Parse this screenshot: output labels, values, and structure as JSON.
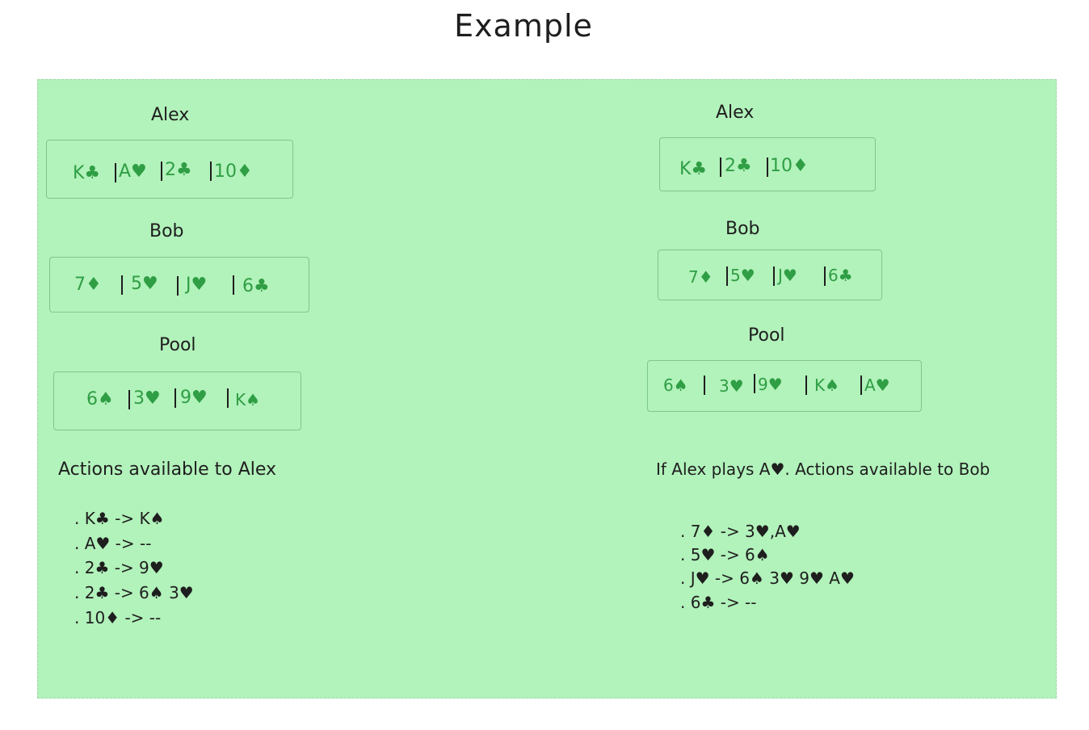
{
  "title": "Example",
  "left": {
    "alex": {
      "label": "Alex",
      "cards": [
        "K♣",
        "A♥",
        "2♣",
        "10♦"
      ]
    },
    "bob": {
      "label": "Bob",
      "cards": [
        "7♦",
        "5♥",
        "J♥",
        "6♣"
      ]
    },
    "pool": {
      "label": "Pool",
      "cards": [
        "6♠",
        "3♥",
        "9♥",
        "K♠"
      ]
    },
    "heading": "Actions available to Alex",
    "actions": [
      ". K♣  ->  K♠",
      ". A♥  ->  --",
      ". 2♣  ->  9♥",
      ". 2♣  ->  6♠ 3♥",
      ". 10♦ ->  --"
    ]
  },
  "right": {
    "alex": {
      "label": "Alex",
      "cards": [
        "K♣",
        "2♣",
        "10♦"
      ]
    },
    "bob": {
      "label": "Bob",
      "cards": [
        "7♦",
        "5♥",
        "J♥",
        "6♣"
      ]
    },
    "pool": {
      "label": "Pool",
      "cards": [
        "6♠",
        "3♥",
        "9♥",
        "K♠",
        "A♥"
      ]
    },
    "heading": "If Alex plays A♥. Actions available to Bob",
    "actions": [
      ". 7♦  ->  3♥,A♥",
      ". 5♥  -> 6♠",
      ". J♥  -> 6♠ 3♥ 9♥ A♥",
      ". 6♣  -> --"
    ]
  }
}
